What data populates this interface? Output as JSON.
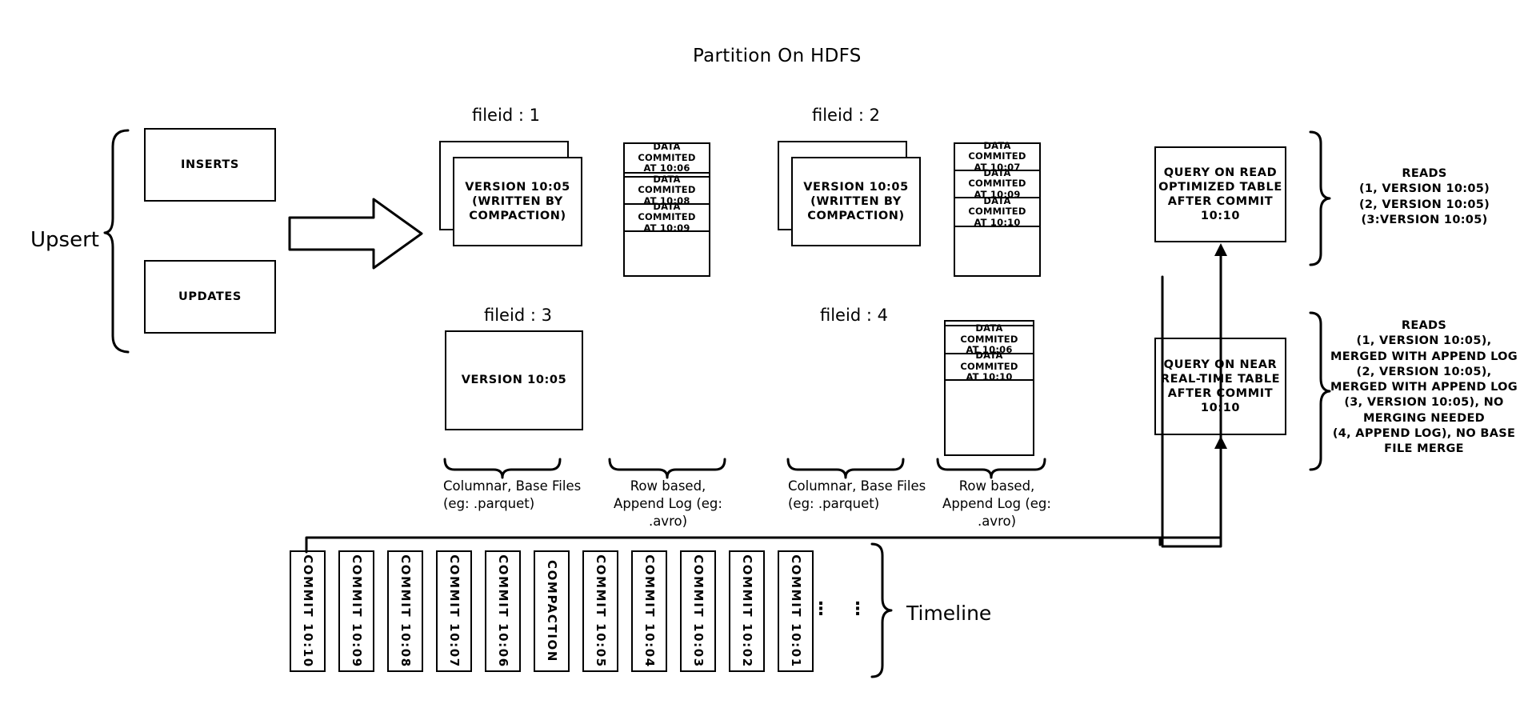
{
  "title": "Partition On HDFS",
  "upsert": {
    "label": "Upsert",
    "inserts": "INSERTS",
    "updates": "UPDATES"
  },
  "commit_arrow": {
    "label": "Commit 10:10"
  },
  "filegroups": [
    {
      "id": "fileid-1",
      "heading": "fileid : 1",
      "base_file": "VERSION 10:05\n(WRITTEN BY\nCOMPACTION)",
      "has_stacked_base": true,
      "log_rows": [
        "DATA COMMITED\nAT 10:06",
        "DATA COMMITED\nAT 10:08",
        "DATA COMMITED\nAT 10:09"
      ]
    },
    {
      "id": "fileid-2",
      "heading": "fileid : 2",
      "base_file": "VERSION 10:05\n(WRITTEN BY\nCOMPACTION)",
      "has_stacked_base": true,
      "log_rows": [
        "DATA COMMITED\nAT 10:07",
        "DATA COMMITED\nAT 10:09",
        "DATA COMMITED\nAT 10:10"
      ]
    },
    {
      "id": "fileid-3",
      "heading": "fileid : 3",
      "base_file": "VERSION 10:05",
      "has_stacked_base": false,
      "log_rows": []
    },
    {
      "id": "fileid-4",
      "heading": "fileid : 4",
      "base_file": "",
      "has_stacked_base": false,
      "log_rows": [
        "DATA COMMITED\nAT 10:06",
        "DATA COMMITED\nAT 10:10"
      ]
    }
  ],
  "captions": {
    "columnar_left": "Columnar, Base Files\n(eg: .parquet)",
    "rowlog_left": "Row based,\nAppend Log  (eg:\n.avro)",
    "columnar_right": "Columnar, Base Files\n(eg: .parquet)",
    "rowlog_right": "Row based,\nAppend Log  (eg:\n.avro)"
  },
  "queries": {
    "read_optimized": "QUERY ON READ\nOPTIMIZED TABLE\nAFTER COMMIT\n10:10",
    "near_realtime": "QUERY ON NEAR\nREAL-TIME TABLE\nAFTER COMMIT\n10:10"
  },
  "reads": {
    "read_optimized": "READS\n(1, VERSION 10:05)\n(2, VERSION 10:05)\n(3:VERSION 10:05)",
    "near_realtime": "READS\n(1, VERSION 10:05),\nMERGED WITH APPEND LOG\n(2, VERSION 10:05),\nMERGED WITH APPEND LOG\n(3, VERSION 10:05), NO\nMERGING NEEDED\n(4, APPEND LOG), NO BASE\nFILE MERGE"
  },
  "timeline": {
    "label": "Timeline",
    "ellipsis": [
      "⋮",
      "⋮"
    ],
    "entries": [
      "COMMIT 10:10",
      "COMMIT 10:09",
      "COMMIT 10:08",
      "COMMIT 10:07",
      "COMMIT 10:06",
      "COMPACTION",
      "COMMIT 10:05",
      "COMMIT 10:04",
      "COMMIT 10:03",
      "COMMIT 10:02",
      "COMMIT 10:01"
    ]
  },
  "colors": {
    "stroke": "#000000",
    "background": "#ffffff"
  }
}
